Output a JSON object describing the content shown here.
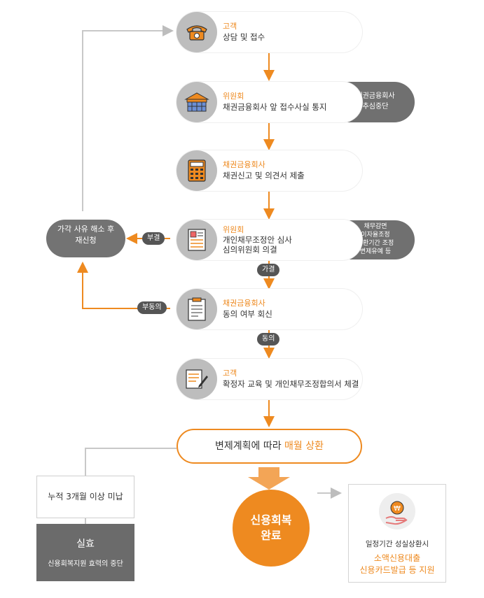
{
  "steps": [
    {
      "who": "고객",
      "what": [
        "상담 및 접수"
      ],
      "icon": "phone-icon"
    },
    {
      "who": "위원회",
      "what": [
        "채권금융회사 앞 접수사실 통지"
      ],
      "icon": "building-icon",
      "side": [
        "채권금융회사",
        "추심중단"
      ]
    },
    {
      "who": "채권금융회사",
      "what": [
        "채권신고 및 의견서 제출"
      ],
      "icon": "calculator-icon"
    },
    {
      "who": "위원회",
      "what": [
        "개인채무조정안 심사",
        "심의위원회 의결"
      ],
      "icon": "document-icon",
      "side": [
        "채무감면",
        "이자율조정",
        "상환기간 조정",
        "변제유예 등"
      ]
    },
    {
      "who": "채권금융회사",
      "what": [
        "동의 여부 회신"
      ],
      "icon": "clipboard-icon"
    },
    {
      "who": "고객",
      "what": [
        "확정자 교육 및 개인채무조정합의서 체결"
      ],
      "icon": "signature-icon"
    }
  ],
  "tags": {
    "reject": "부결",
    "approve": "가결",
    "disagree": "부동의",
    "agree": "동의"
  },
  "retry": [
    "가각 사유 해소 후",
    "재신청"
  ],
  "plan": {
    "text": "변제계획에 따라 ",
    "highlight": "매월 상환"
  },
  "fail_condition": "누적 3개월 이상 미납",
  "invalid": {
    "title": "실효",
    "desc": "신용회복지원 효력의 중단"
  },
  "complete": [
    "신용회복",
    "완료"
  ],
  "support": {
    "line1": "일정기간 성실상환시",
    "line2": "소액신용대출",
    "line3": "신용카드발급 등 지원"
  },
  "colors": {
    "accent": "#ee8a20",
    "gray": "#bdbdbd",
    "dark": "#6b6b6b"
  }
}
